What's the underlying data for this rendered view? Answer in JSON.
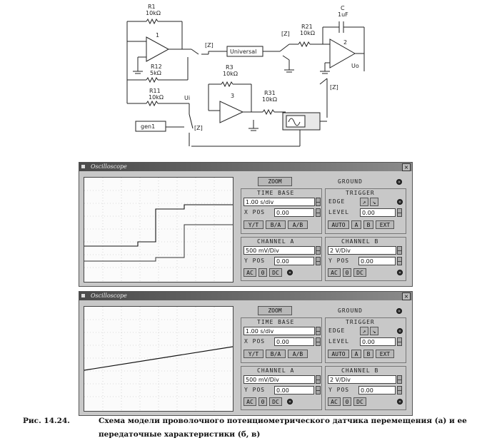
{
  "circuit": {
    "labels": {
      "r1": "R1",
      "r1_val": "10kΩ",
      "oa1": "1",
      "r12": "R12",
      "r12_val": "5kΩ",
      "r11": "R11",
      "r11_val": "10kΩ",
      "ui": "Ui",
      "gen": "gen1",
      "z1": "[Z]",
      "z2": "[Z]",
      "z3": "[Z]",
      "z4": "[Z]",
      "universal": "Universal",
      "r3": "R3",
      "r3_val": "10kΩ",
      "oa3": "3",
      "r31": "R31",
      "r31_val": "10kΩ",
      "r21": "R21",
      "r21_val": "10kΩ",
      "c": "C",
      "c_val": "1uF",
      "oa2": "2",
      "uo": "Uo"
    }
  },
  "oscilloscopes": [
    {
      "title": "Oscilloscope",
      "zoom": "ZOOM",
      "ground": "GROUND",
      "time_base": {
        "label": "TIME BASE",
        "value": "1.00 s/div",
        "xpos_label": "X POS",
        "xpos": "0.00",
        "modes": [
          "Y/T",
          "B/A",
          "A/B"
        ]
      },
      "trigger": {
        "label": "TRIGGER",
        "edge_label": "EDGE",
        "level_label": "LEVEL",
        "level": "0.00",
        "buttons": [
          "AUTO",
          "A",
          "B",
          "EXT"
        ]
      },
      "channel_a": {
        "label": "CHANNEL A",
        "value": "500 mV/Div",
        "ypos_label": "Y POS",
        "ypos": "0.00",
        "coupling": [
          "AC",
          "0",
          "DC"
        ]
      },
      "channel_b": {
        "label": "CHANNEL B",
        "value": "2 V/Div",
        "ypos_label": "Y POS",
        "ypos": "0.00",
        "coupling": [
          "AC",
          "0",
          "DC"
        ]
      }
    },
    {
      "title": "Oscilloscope",
      "zoom": "ZOOM",
      "ground": "GROUND",
      "time_base": {
        "label": "TIME BASE",
        "value": "1.00 s/div",
        "xpos_label": "X POS",
        "xpos": "0.00",
        "modes": [
          "Y/T",
          "B/A",
          "A/B"
        ]
      },
      "trigger": {
        "label": "TRIGGER",
        "edge_label": "EDGE",
        "level_label": "LEVEL",
        "level": "0.00",
        "buttons": [
          "AUTO",
          "A",
          "B",
          "EXT"
        ]
      },
      "channel_a": {
        "label": "CHANNEL A",
        "value": "500 mV/Div",
        "ypos_label": "Y POS",
        "ypos": "0.00",
        "coupling": [
          "AC",
          "0",
          "DC"
        ]
      },
      "channel_b": {
        "label": "CHANNEL B",
        "value": "2 V/Div",
        "ypos_label": "Y POS",
        "ypos": "0.00",
        "coupling": [
          "AC",
          "0",
          "DC"
        ]
      }
    }
  ],
  "caption": {
    "number": "Рис. 14.24.",
    "line1": "Схема модели проволочного потенциометрического датчика перемещения (а) и ее",
    "line2": "передаточные характеристики (б, в)"
  }
}
